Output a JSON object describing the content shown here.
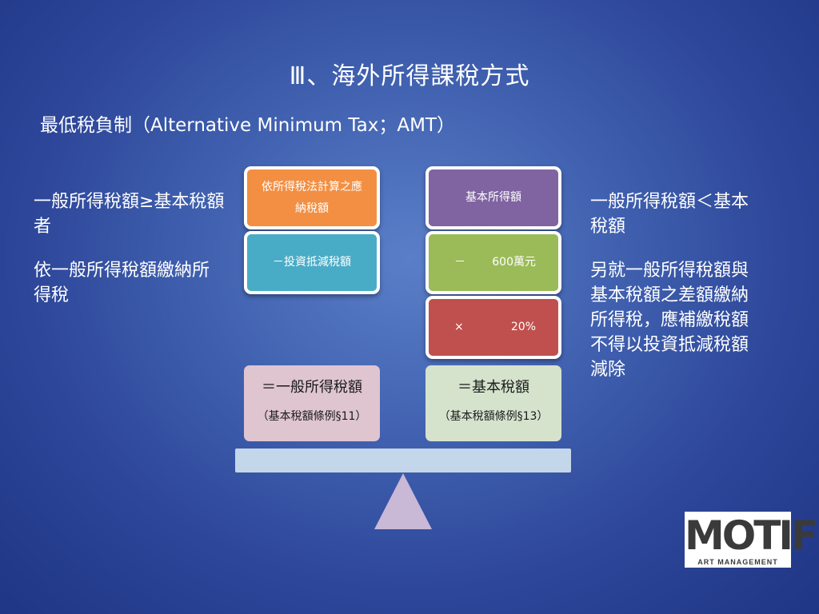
{
  "slide": {
    "title": "Ⅲ、海外所得課稅方式",
    "subtitle": "最低稅負制（Alternative Minimum Tax；AMT）"
  },
  "left_panel": {
    "condition": "一般所得稅額≥基本稅額者",
    "rule": "依一般所得稅額繳納所得稅"
  },
  "right_panel": {
    "condition": "一般所得稅額＜基本稅額",
    "rule": "另就一般所得稅額與基本稅額之差額繳納所得稅，應補繳稅額不得以投資抵減稅額減除"
  },
  "left_stack": {
    "box1": "依所得稅法計算之應納稅額",
    "box2": "－投資抵減稅額",
    "result": "＝一般所得稅額",
    "citation": "（基本稅額條例§11）"
  },
  "right_stack": {
    "box1": "基本所得額",
    "box2_op": "－",
    "box2_val": "600萬元",
    "box3_op": "×",
    "box3_val": "20%",
    "result": "＝基本稅額",
    "citation": "（基本稅額條例§13）"
  },
  "logo": {
    "word": "MOTIF",
    "tagline": "ART MANAGEMENT"
  },
  "colors": {
    "orange_box": "#f28f43",
    "teal_box": "#49acc6",
    "purple_box": "#8064a2",
    "green_box": "#9bbb59",
    "red_box": "#c0504d",
    "result_left": "#dfc5cf",
    "result_right": "#d5e3cd",
    "beam": "#c4d6ea",
    "fulcrum": "#c9b8d6"
  }
}
